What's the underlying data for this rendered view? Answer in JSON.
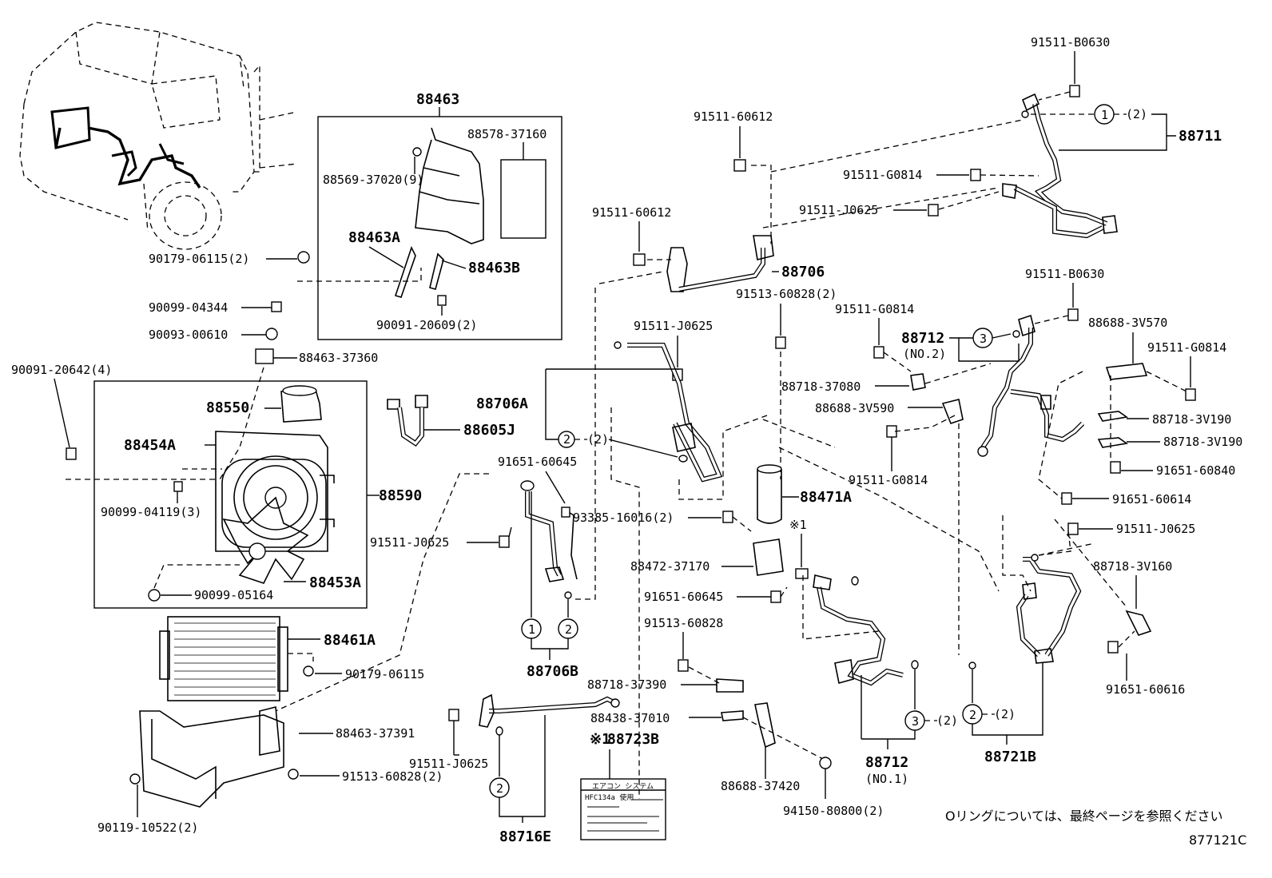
{
  "diagram": {
    "code": "877121C",
    "note": "Oリングについては、最終ページを参照ください",
    "marker": "※1",
    "labels": {
      "l88463": "88463",
      "l8857837160": "88578-37160",
      "l8856937020": "88569-37020(9)",
      "l88463A": "88463A",
      "l88463B": "88463B",
      "l9009120609": "90091-20609(2)",
      "l9017906115_2": "90179-06115(2)",
      "l9009904344": "90099-04344",
      "l9009300610": "90093-00610",
      "l8846337360": "88463-37360",
      "l9009120642": "90091-20642(4)",
      "l88550": "88550",
      "l88454A": "88454A",
      "l9009904119": "90099-04119(3)",
      "l88590": "88590",
      "l88453A": "88453A",
      "l9009905164": "90099-05164",
      "l88461A": "88461A",
      "l9017906115": "90179-06115",
      "l8846337391": "88463-37391",
      "l9151360828_2a": "91513-60828(2)",
      "l9011910522": "90119-10522(2)",
      "l88605J": "88605J",
      "l88706A": "88706A",
      "l9165160645a": "91651-60645",
      "l9151160612a": "91511-60612",
      "l9151160612b": "91511-60612",
      "l88706": "88706",
      "l9151J0625a": "91511-J0625",
      "l9151J0625b": "91511-J0625",
      "l9338516016": "93385-16016(2)",
      "l88706B": "88706B",
      "l8871837390": "88718-37390",
      "l9151J0625c": "91511-J0625",
      "l88716E": "88716E",
      "l88723B": "88723B",
      "l9151360828_2b": "91513-60828(2)",
      "l88471A": "88471A",
      "l8847237170": "88472-37170",
      "l9165160645b": "91651-60645",
      "l9151360828": "91513-60828",
      "l8843837010": "88438-37010",
      "l8868837420": "88688-37420",
      "l9415080800": "94150-80800(2)",
      "l91511B0630a": "91511-B0630",
      "l88711": "88711",
      "l91511G0814a": "91511-G0814",
      "l9151J0625d": "91511-J0625",
      "l91511B0630b": "91511-B0630",
      "l91511G0814b": "91511-G0814",
      "l88712a": "88712",
      "lNo2": "(NO.2)",
      "l8871837080": "88718-37080",
      "l888683V590": "88688-3V590",
      "l91511G0814c": "91511-G0814",
      "l888683V570": "88688-3V570",
      "l91511G0814d": "91511-G0814",
      "l887183V190a": "88718-3V190",
      "l887183V190b": "88718-3V190",
      "l9165160840": "91651-60840",
      "l9165160614": "91651-60614",
      "l9151J0625e": "91511-J0625",
      "l887183V160": "88718-3V160",
      "l9165160616": "91651-60616",
      "l88712b": "88712",
      "lNo1": "(NO.1)",
      "l88721B": "88721B",
      "q2": "(2)",
      "c1": "1",
      "c2": "2",
      "c3": "3"
    },
    "label_card": {
      "title": "エアコン システム",
      "line1": "HFC134a 使用"
    }
  }
}
